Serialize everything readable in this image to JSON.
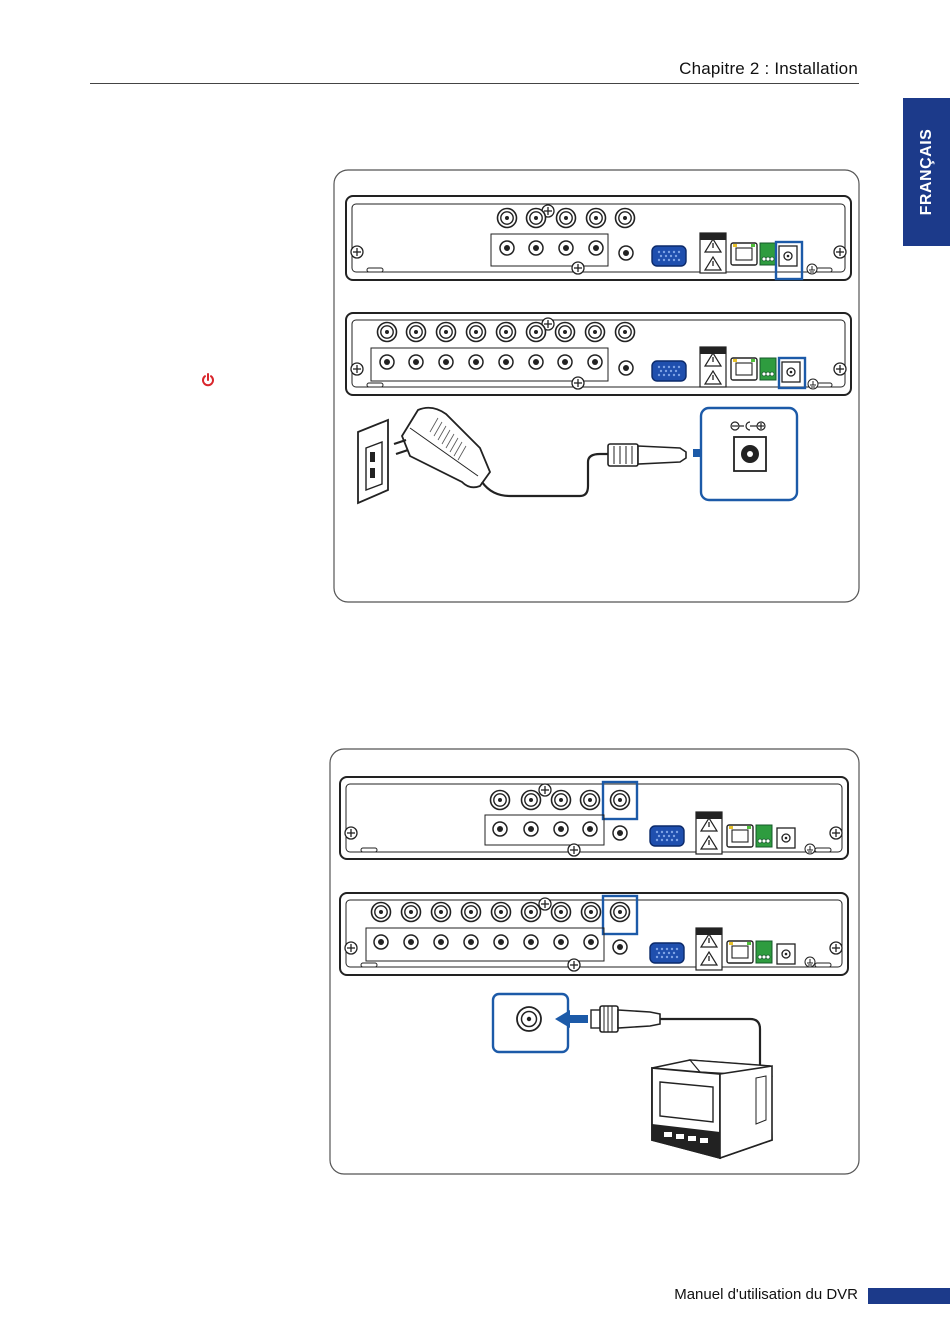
{
  "header": {
    "chapter_title": "Chapitre 2 : Installation"
  },
  "side_tab": {
    "language": "FRANÇAIS"
  },
  "footer": {
    "manual_title": "Manuel d'utilisation du DVR"
  },
  "icons": {
    "power": "power-icon",
    "ground": "ground-icon",
    "polarity": "dc-polarity-symbol",
    "warning": "warning-icon"
  },
  "colors": {
    "accent_blue": "#1c5aa8",
    "tab_blue": "#1c3a8a",
    "power_red": "#d9262c",
    "vga_blue": "#1f4fae",
    "terminal_green": "#2e9c3f"
  }
}
